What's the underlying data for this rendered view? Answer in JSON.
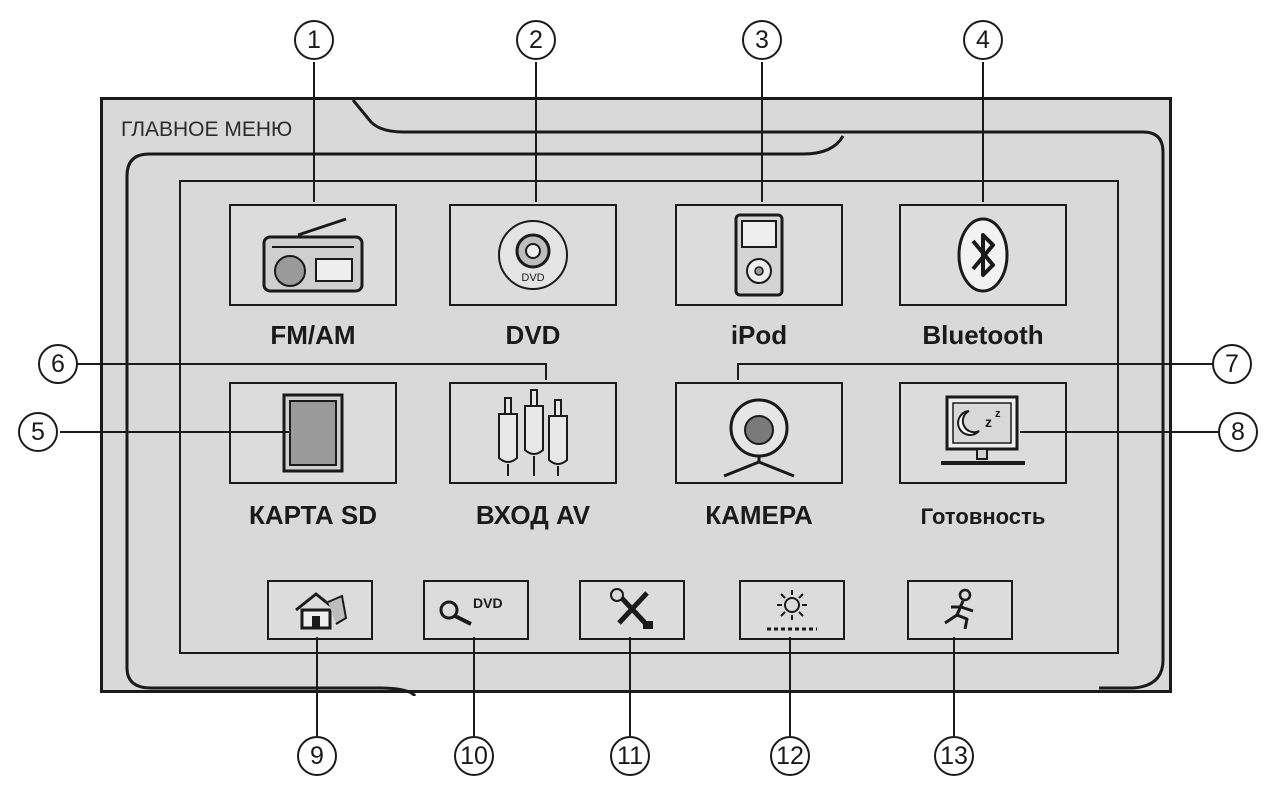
{
  "screen": {
    "title": "ГЛАВНОЕ МЕНЮ"
  },
  "tiles": [
    {
      "label": "FM/AM",
      "icon": "radio-icon"
    },
    {
      "label": "DVD",
      "icon": "dvd-disc-icon"
    },
    {
      "label": "iPod",
      "icon": "ipod-icon"
    },
    {
      "label": "Bluetooth",
      "icon": "bluetooth-icon"
    },
    {
      "label": "КАРТА SD",
      "icon": "sd-card-icon"
    },
    {
      "label": "ВХОД AV",
      "icon": "rca-connector-icon"
    },
    {
      "label": "КАМЕРА",
      "icon": "webcam-icon"
    },
    {
      "label": "Готовность",
      "icon": "standby-monitor-icon"
    }
  ],
  "bottom_buttons": [
    {
      "icon": "home-icon"
    },
    {
      "icon": "dvd-settings-icon",
      "label": "DVD"
    },
    {
      "icon": "tools-icon"
    },
    {
      "icon": "brightness-icon"
    },
    {
      "icon": "running-person-icon"
    }
  ],
  "callouts": [
    "1",
    "2",
    "3",
    "4",
    "5",
    "6",
    "7",
    "8",
    "9",
    "10",
    "11",
    "12",
    "13"
  ]
}
